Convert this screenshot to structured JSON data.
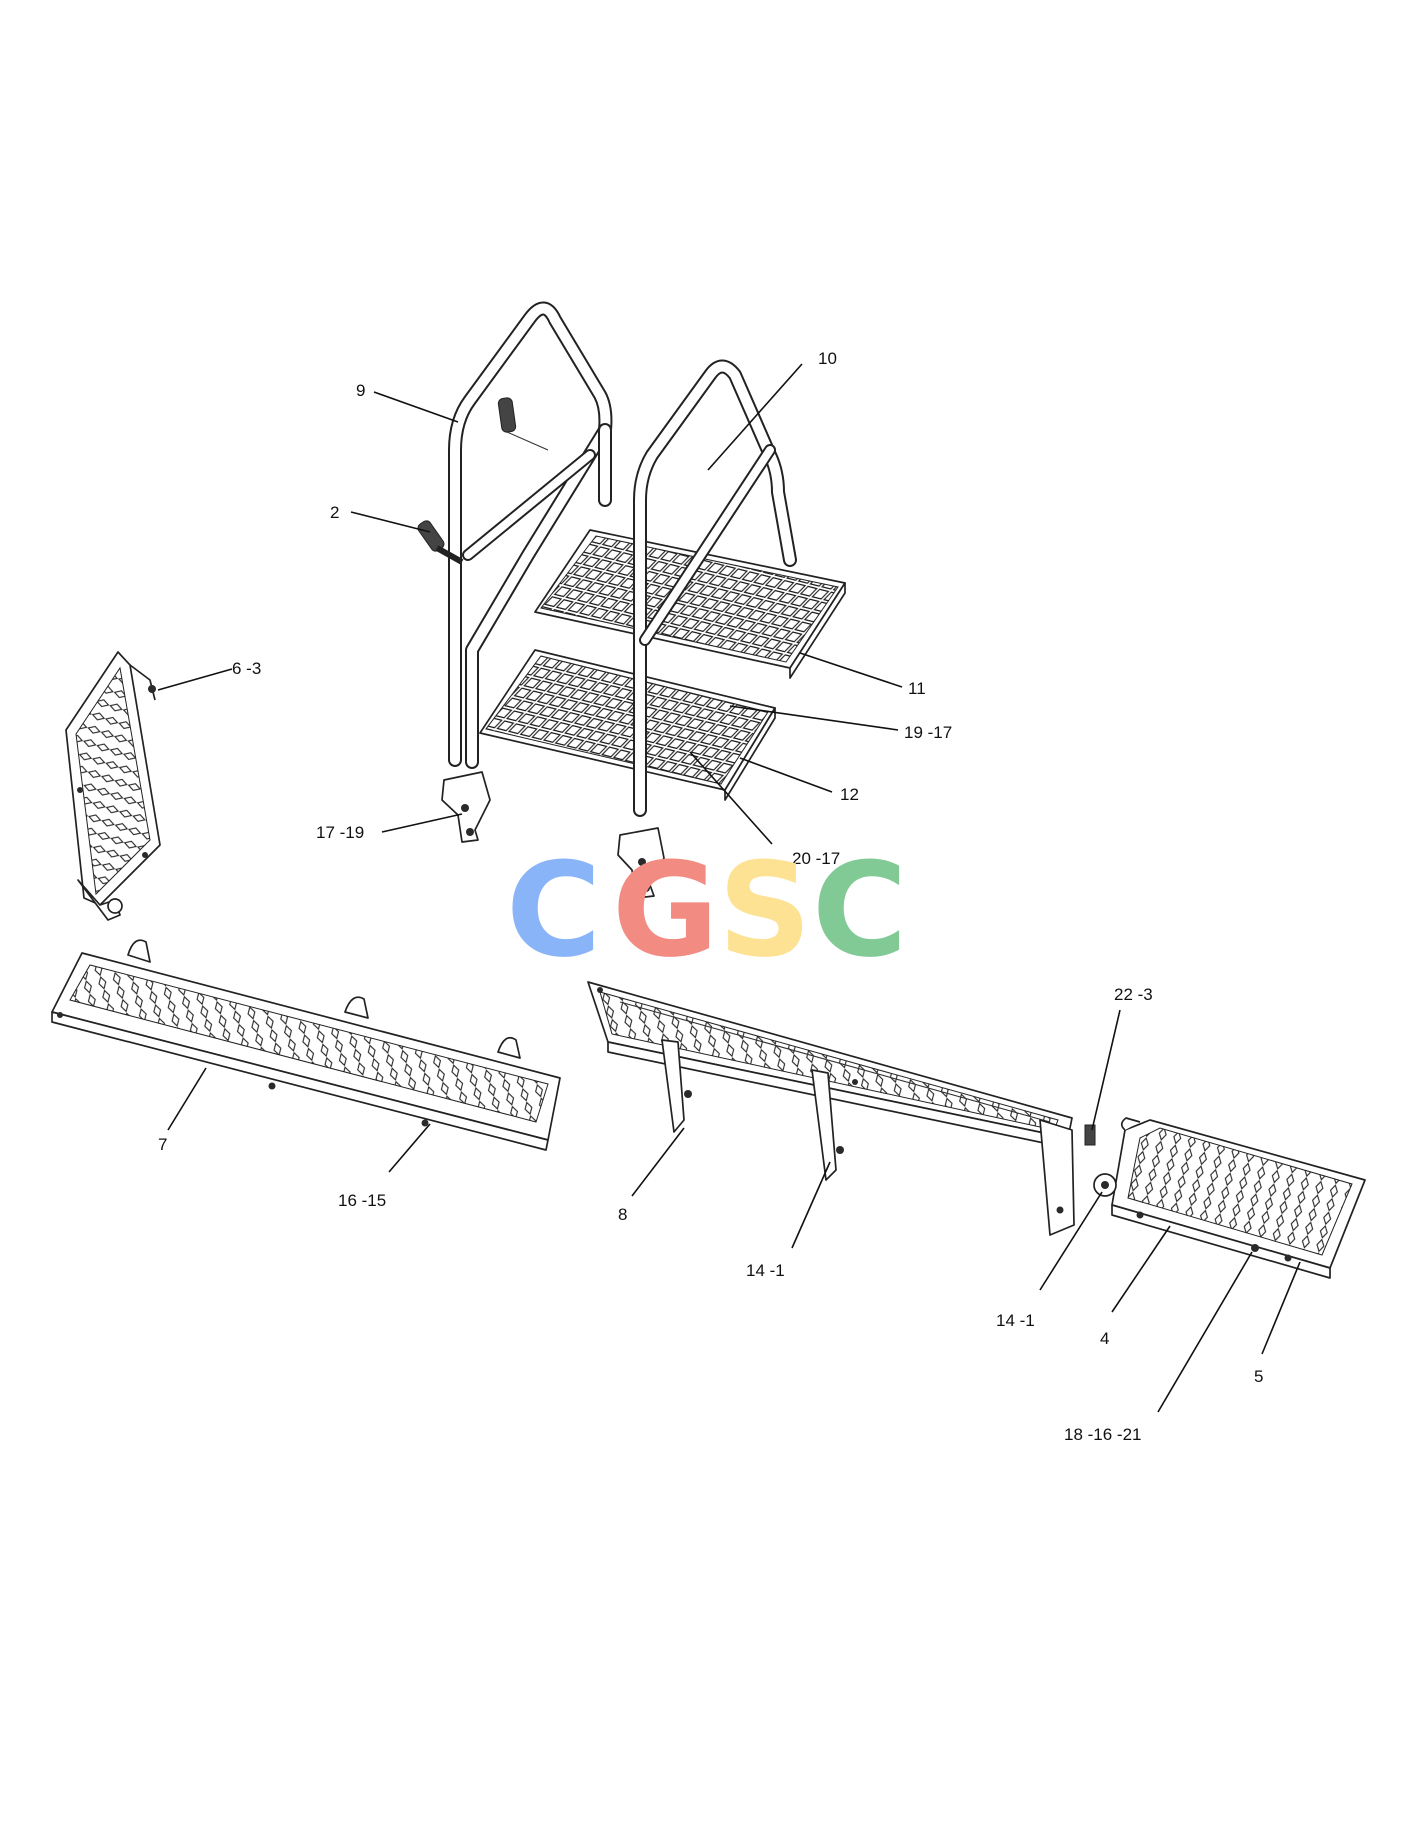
{
  "watermark": {
    "letters": [
      "C",
      "G",
      "S",
      "C"
    ],
    "colors": [
      "#8ab4f8",
      "#f28b82",
      "#fde293",
      "#81c995"
    ]
  },
  "callouts": {
    "c9": "9",
    "c10": "10",
    "c2": "2",
    "c6_3": "6 -3",
    "c11": "11",
    "c19_17": "19 -17",
    "c12": "12",
    "c17_19": "17 -19",
    "c20_17": "20 -17",
    "c22_3": "22 -3",
    "c7": "7",
    "c16_15": "16 -15",
    "c8": "8",
    "c14_1a": "14 -1",
    "c14_1b": "14 -1",
    "c4": "4",
    "c5": "5",
    "c18_16_21": "18 -16 -21"
  }
}
